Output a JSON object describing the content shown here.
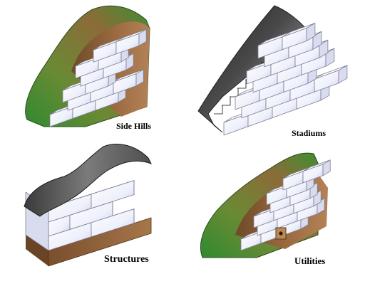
{
  "labels": {
    "side_hills": "Side Hills",
    "stadiums": "Stadiums",
    "structures": "Structures",
    "utilities": "Utilities"
  },
  "colors": {
    "block_face": "#f6f6fb",
    "block_top": "#ffffff",
    "block_side": "#d9dcef",
    "block_shadow": "#b8bde0",
    "block_edge": "#7e7f95",
    "soil": "#8a5a34",
    "soil_dark": "#5e3c22",
    "grass": "#3f8f32",
    "grass_dark": "#2b6e24",
    "concrete_dark": "#2e2e2e",
    "concrete_light": "#a6a6a6",
    "pipe": "#b88a55"
  }
}
